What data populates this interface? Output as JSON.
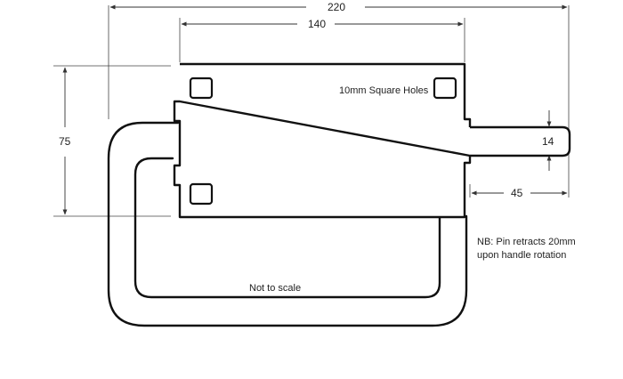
{
  "dimensions": {
    "overall_width": "220",
    "plate_width": "140",
    "height": "75",
    "pin_diameter": "14",
    "pin_length": "45"
  },
  "labels": {
    "holes": "10mm Square Holes",
    "not_to_scale": "Not to scale",
    "note_line1": "NB: Pin retracts 20mm",
    "note_line2": "upon handle rotation"
  }
}
